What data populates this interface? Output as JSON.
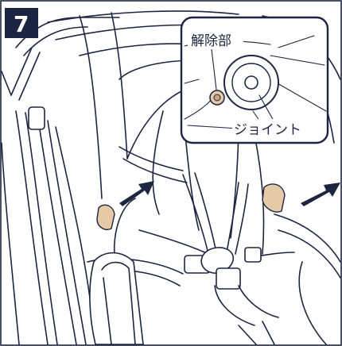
{
  "step": {
    "number": "7"
  },
  "callout": {
    "release_label": "解除部",
    "joint_label": "ジョイント"
  },
  "colors": {
    "ink": "#1c2541",
    "accent_beige": "#e6c9a6",
    "background": "#ffffff"
  },
  "icons": {
    "push_arrow_left": "arrow-right-icon",
    "push_arrow_right": "arrow-right-icon"
  }
}
